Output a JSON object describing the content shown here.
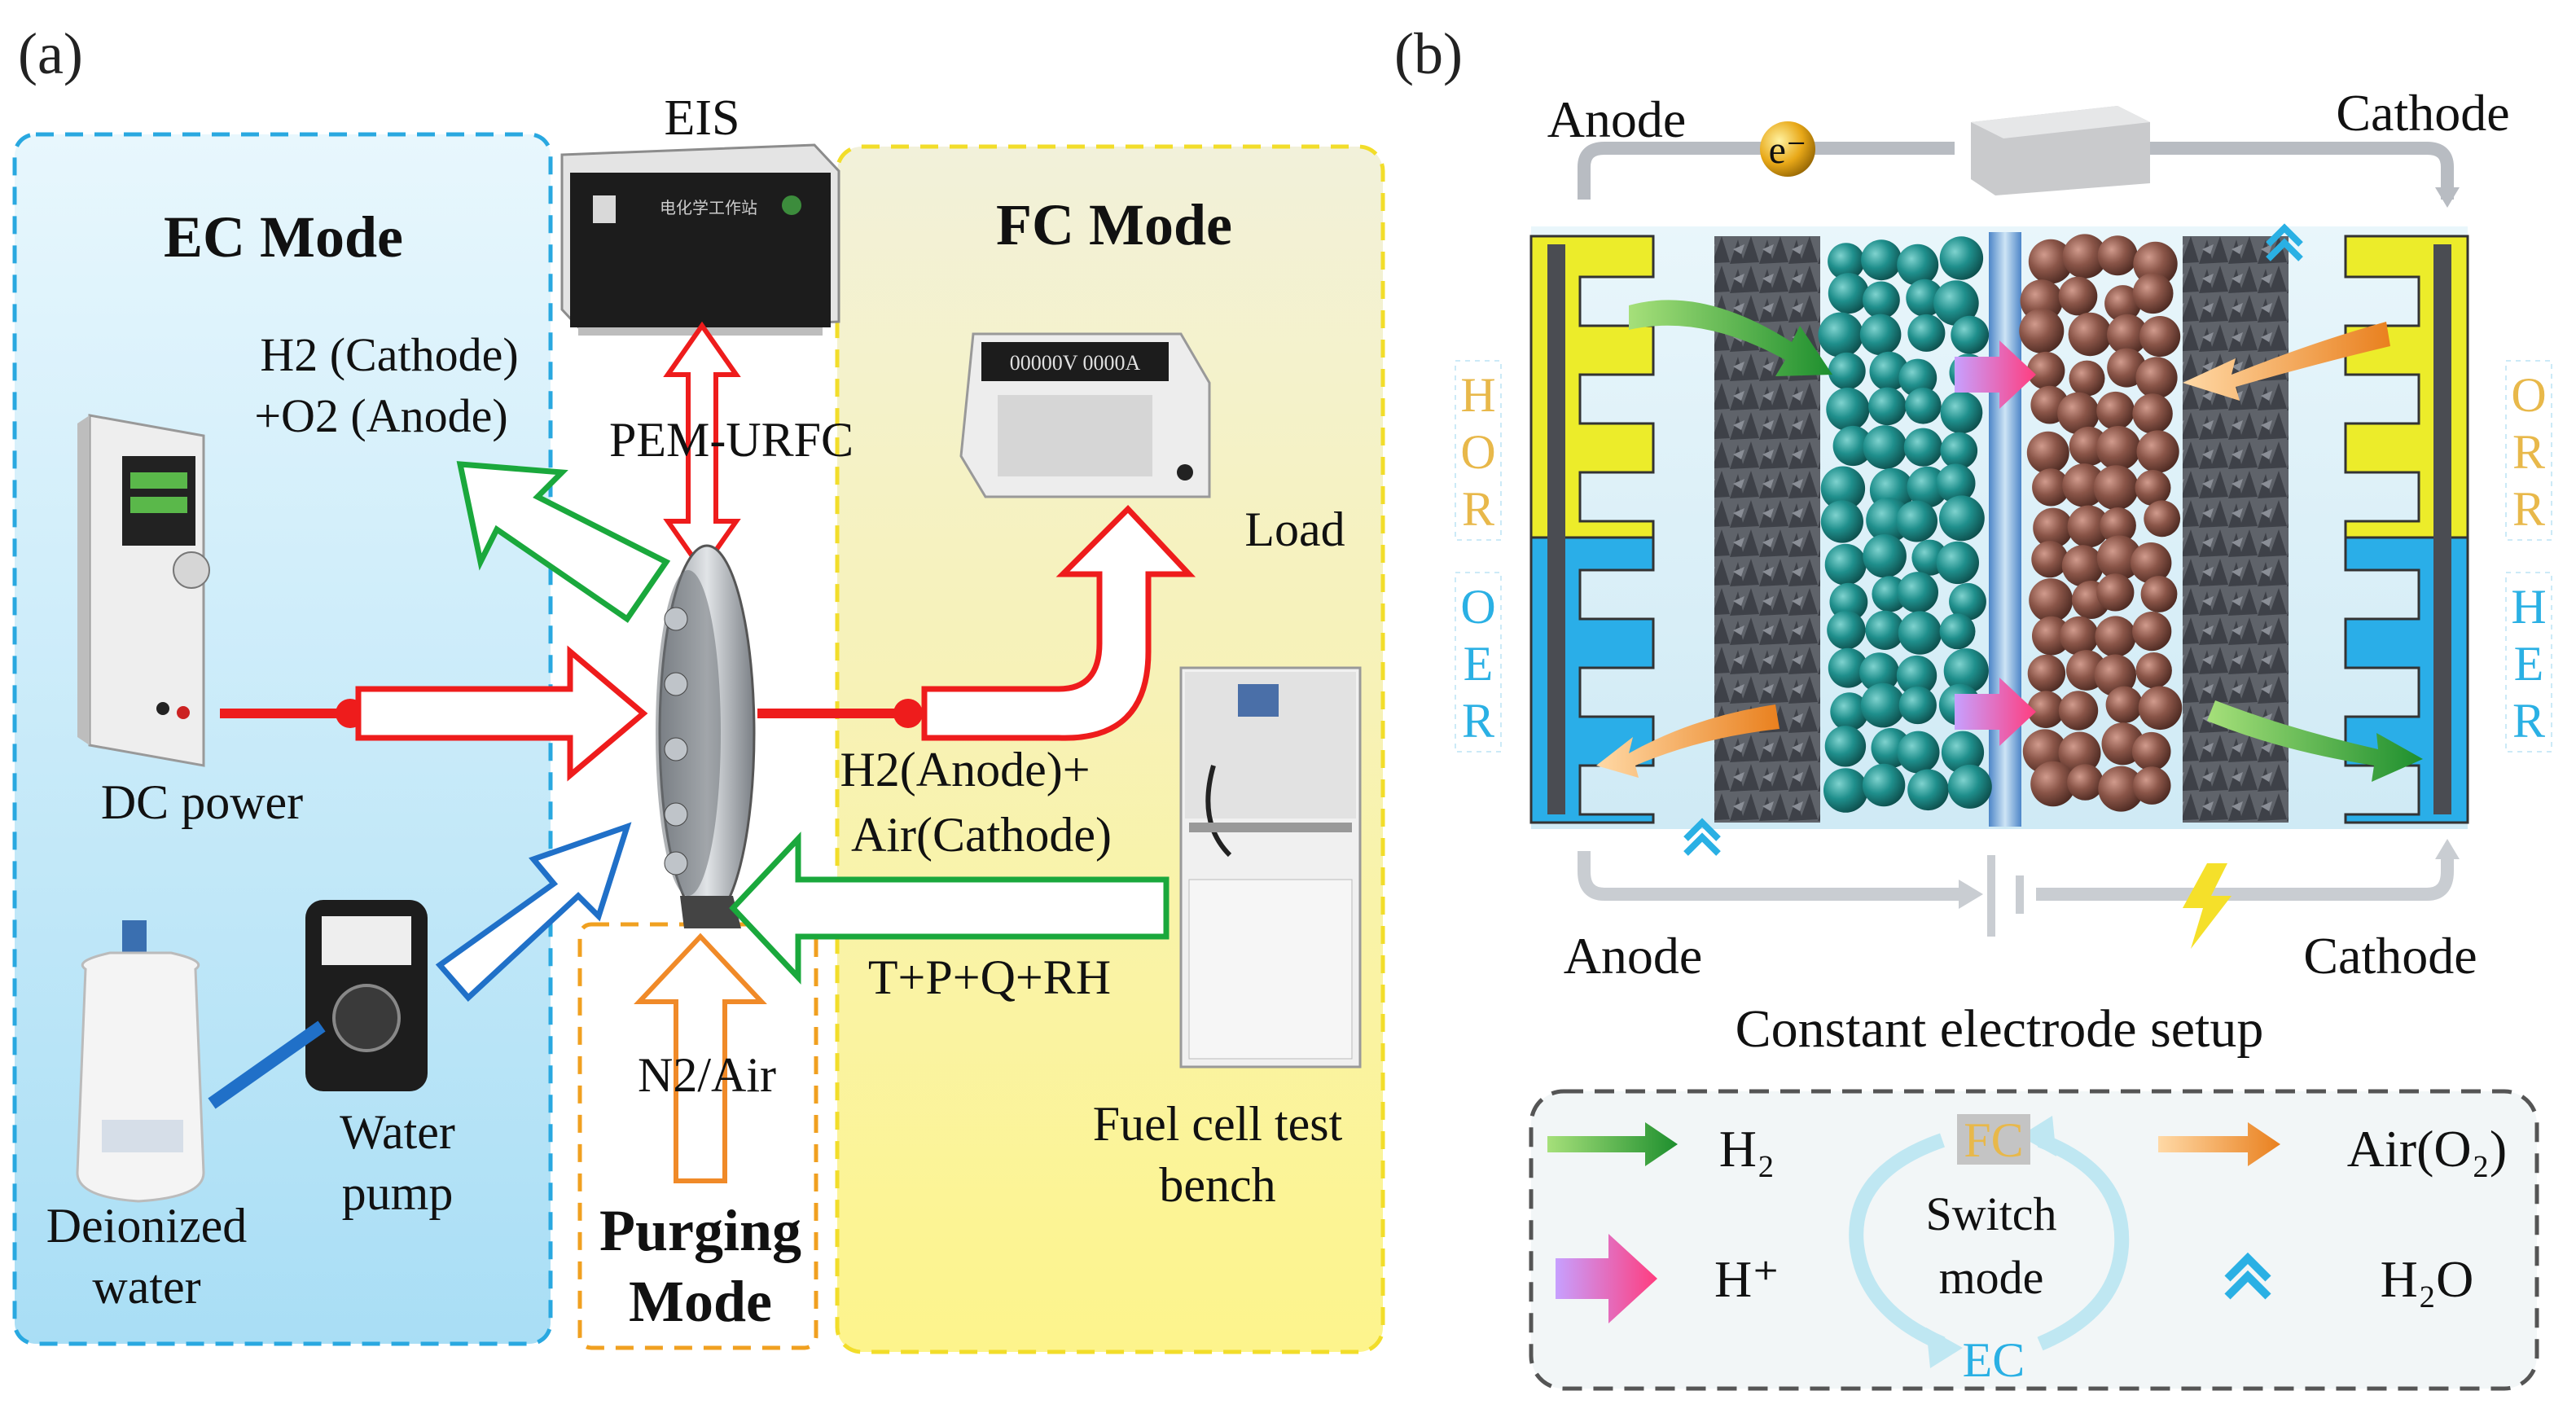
{
  "panel_a": {
    "label": "(a)",
    "ec_mode": "EC Mode",
    "fc_mode": "FC Mode",
    "purging_mode_line1": "Purging",
    "purging_mode_line2": "Mode",
    "eis": "EIS",
    "pem_urfc": "PEM-URFC",
    "ec_products_line1": "H2 (Cathode)",
    "ec_products_line2": "+O2 (Anode)",
    "load": "Load",
    "dc_power": "DC power",
    "fc_feed_line1": "H2(Anode)+",
    "fc_feed_line2": "Air(Cathode)",
    "fc_conditions": "T+P+Q+RH",
    "purge_gas": "N2/Air",
    "water_pump_line1": "Water",
    "water_pump_line2": "pump",
    "deionized_line1": "Deionized",
    "deionized_line2": "water",
    "test_bench_line1": "Fuel cell test",
    "test_bench_line2": "bench",
    "eis_screen_text": "电化学工作站",
    "load_display_text": "00000V 0000A"
  },
  "panel_b": {
    "label": "(b)",
    "anode_top": "Anode",
    "cathode_top": "Cathode",
    "electron": "e⁻",
    "anode_bottom": "Anode",
    "cathode_bottom": "Cathode",
    "caption": "Constant electrode setup",
    "left_top_reaction": [
      "H",
      "O",
      "R"
    ],
    "left_bottom_reaction": [
      "O",
      "E",
      "R"
    ],
    "right_top_reaction": [
      "O",
      "R",
      "R"
    ],
    "right_bottom_reaction": [
      "H",
      "E",
      "R"
    ],
    "legend": {
      "h2": "H₂",
      "h_plus": "H⁺",
      "air_o2": "Air(O₂)",
      "h2o": "H₂O",
      "fc": "FC",
      "ec": "EC",
      "switch_line1": "Switch",
      "switch_line2": "mode"
    }
  },
  "colors": {
    "ec_blue": "#bfe6f7",
    "fc_yellow": "#fbf6b8",
    "red_arrow": "#ee1c1c",
    "green_arrow": "#1aa83c",
    "blue_arrow": "#2070c8",
    "orange_arrow": "#f39a3c",
    "teal_particle": "#1f8f8c",
    "brown_particle": "#8a5548",
    "cyan_text": "#2ab0e4",
    "yellow_text": "#e8b84a"
  }
}
